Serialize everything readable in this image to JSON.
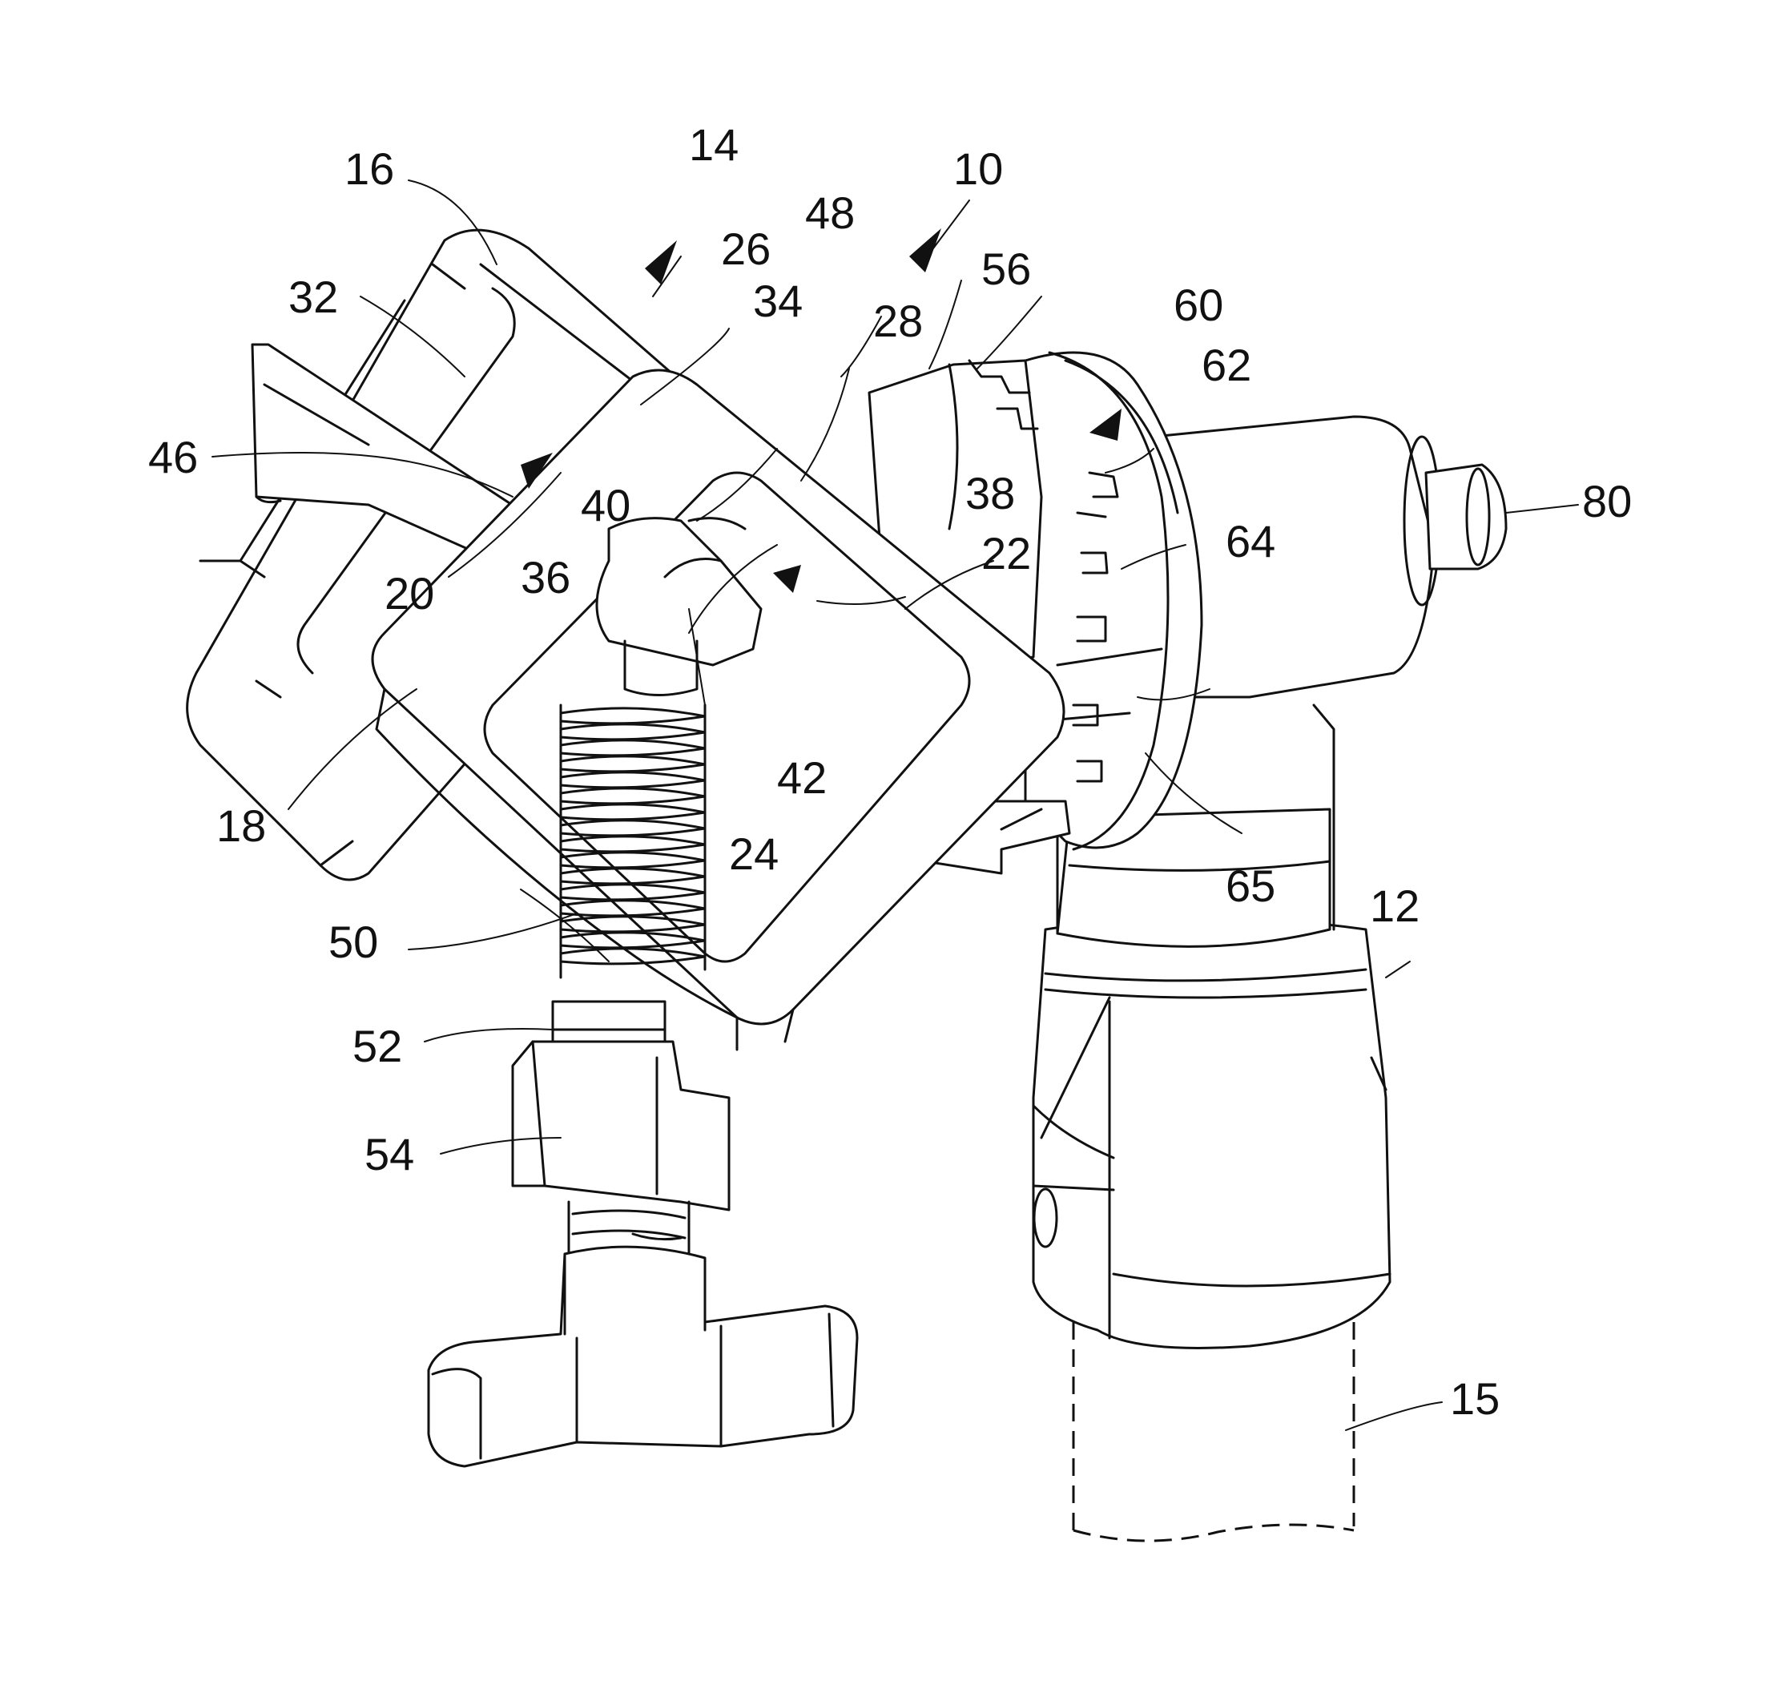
{
  "figure": {
    "labels": {
      "l10": "10",
      "l12": "12",
      "l14": "14",
      "l15": "15",
      "l16": "16",
      "l18": "18",
      "l20": "20",
      "l22": "22",
      "l24": "24",
      "l26": "26",
      "l28": "28",
      "l32": "32",
      "l34": "34",
      "l36": "36",
      "l38": "38",
      "l40": "40",
      "l42": "42",
      "l46": "46",
      "l48": "48",
      "l50": "50",
      "l52": "52",
      "l54": "54",
      "l56": "56",
      "l60": "60",
      "l62": "62",
      "l64": "64",
      "l65": "65",
      "l80": "80"
    }
  }
}
